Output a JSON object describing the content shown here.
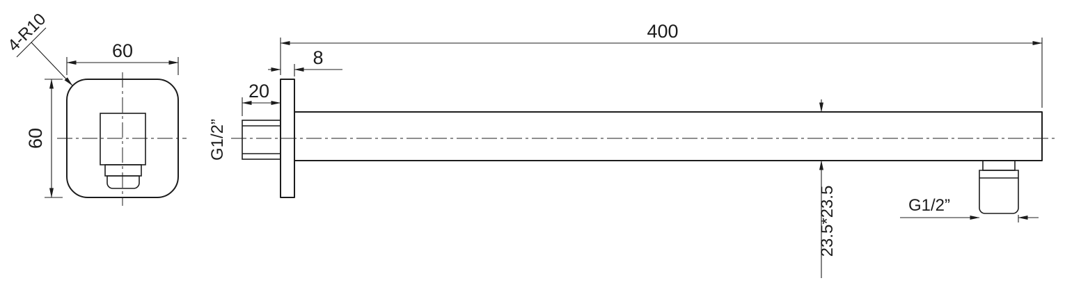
{
  "page": {
    "background": "#ffffff",
    "line_color": "#1c1c1c",
    "drawing_type": "shower-arm-technical-drawing"
  },
  "labels": {
    "front_width": "60",
    "front_height": "60",
    "corner_radius": "4-R10",
    "arm_length": "400",
    "flange_thickness": "8",
    "inlet_length": "20",
    "inlet_thread": "G1/2”",
    "arm_section": "23.5*23.5",
    "outlet_thread": "G1/2”"
  }
}
